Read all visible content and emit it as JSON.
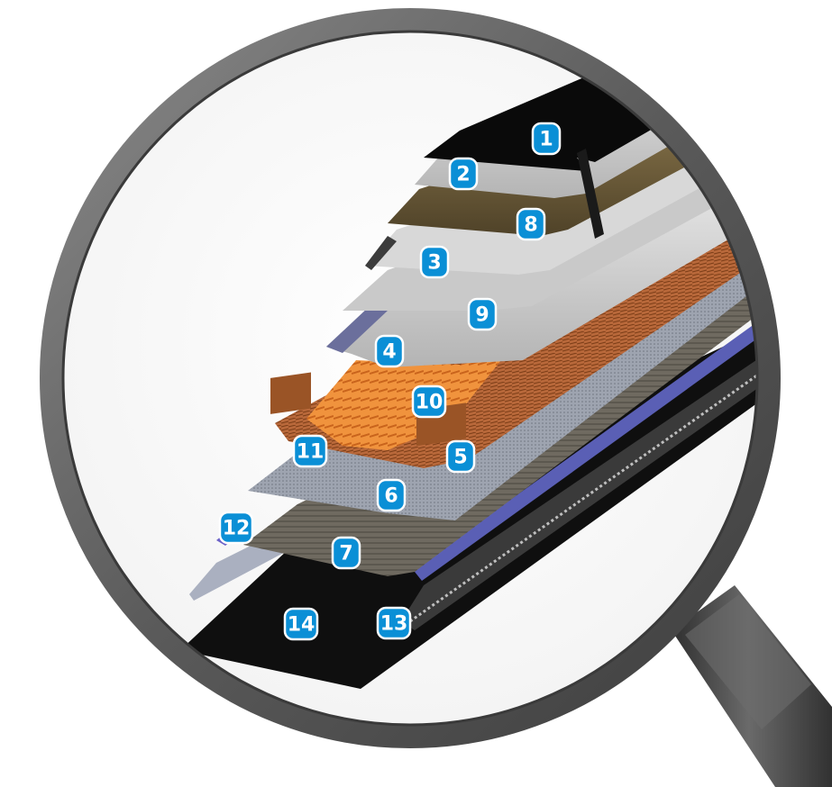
{
  "diagram": {
    "colors": {
      "badge_fill": "#0a8fd6",
      "badge_stroke": "#ffffff",
      "magnifier_rim": "#5d5d5d",
      "handle": "#454545"
    },
    "callouts": [
      {
        "id": "1",
        "text": "1"
      },
      {
        "id": "2",
        "text": "2"
      },
      {
        "id": "3",
        "text": "3"
      },
      {
        "id": "4",
        "text": "4"
      },
      {
        "id": "5",
        "text": "5"
      },
      {
        "id": "6",
        "text": "6"
      },
      {
        "id": "7",
        "text": "7"
      },
      {
        "id": "8",
        "text": "8"
      },
      {
        "id": "9",
        "text": "9"
      },
      {
        "id": "10",
        "text": "10"
      },
      {
        "id": "11",
        "text": "11"
      },
      {
        "id": "12",
        "text": "12"
      },
      {
        "id": "13",
        "text": "13"
      },
      {
        "id": "14",
        "text": "14"
      }
    ]
  }
}
